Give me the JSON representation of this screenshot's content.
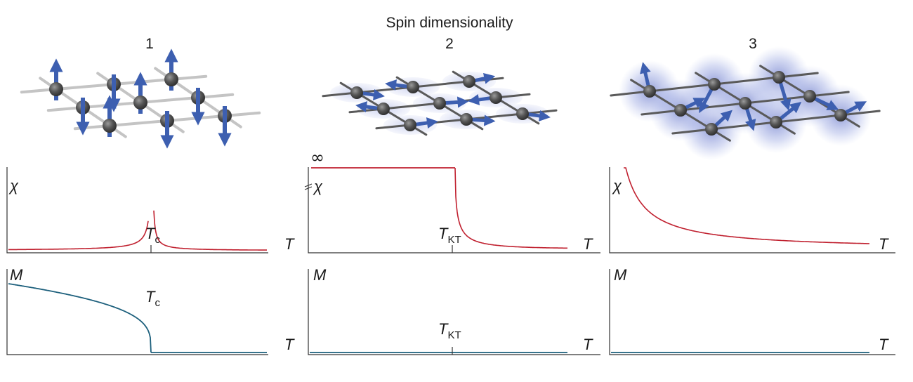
{
  "title": "Spin dimensionality",
  "colors": {
    "susceptibility": "#c0202f",
    "magnetization": "#1c5f7c",
    "spin_arrow": "#3d5fb0",
    "atom": "#4a4a4a",
    "bond": "#bcbcbc"
  },
  "panels": [
    {
      "dimension": "1",
      "lattice": "ising",
      "chi": {
        "y_label": "χ",
        "x_label": "T",
        "tick_main": "T",
        "tick_sub": "c",
        "behavior": "divergence at Tc"
      },
      "m": {
        "y_label": "M",
        "x_label": "T",
        "tick_main": "T",
        "tick_sub": "c",
        "behavior": "finite below Tc, zero above"
      }
    },
    {
      "dimension": "2",
      "lattice": "xy",
      "chi": {
        "y_label": "χ",
        "x_label": "T",
        "tick_main": "T",
        "tick_sub": "KT",
        "infinity": "∞",
        "behavior": "infinite below TKT, decays above"
      },
      "m": {
        "y_label": "M",
        "x_label": "T",
        "tick_main": "T",
        "tick_sub": "KT",
        "behavior": "zero at all T"
      }
    },
    {
      "dimension": "3",
      "lattice": "heisenberg",
      "chi": {
        "y_label": "χ",
        "x_label": "T",
        "behavior": "decays from T = 0"
      },
      "m": {
        "y_label": "M",
        "x_label": "T",
        "behavior": "zero at all T"
      }
    }
  ]
}
